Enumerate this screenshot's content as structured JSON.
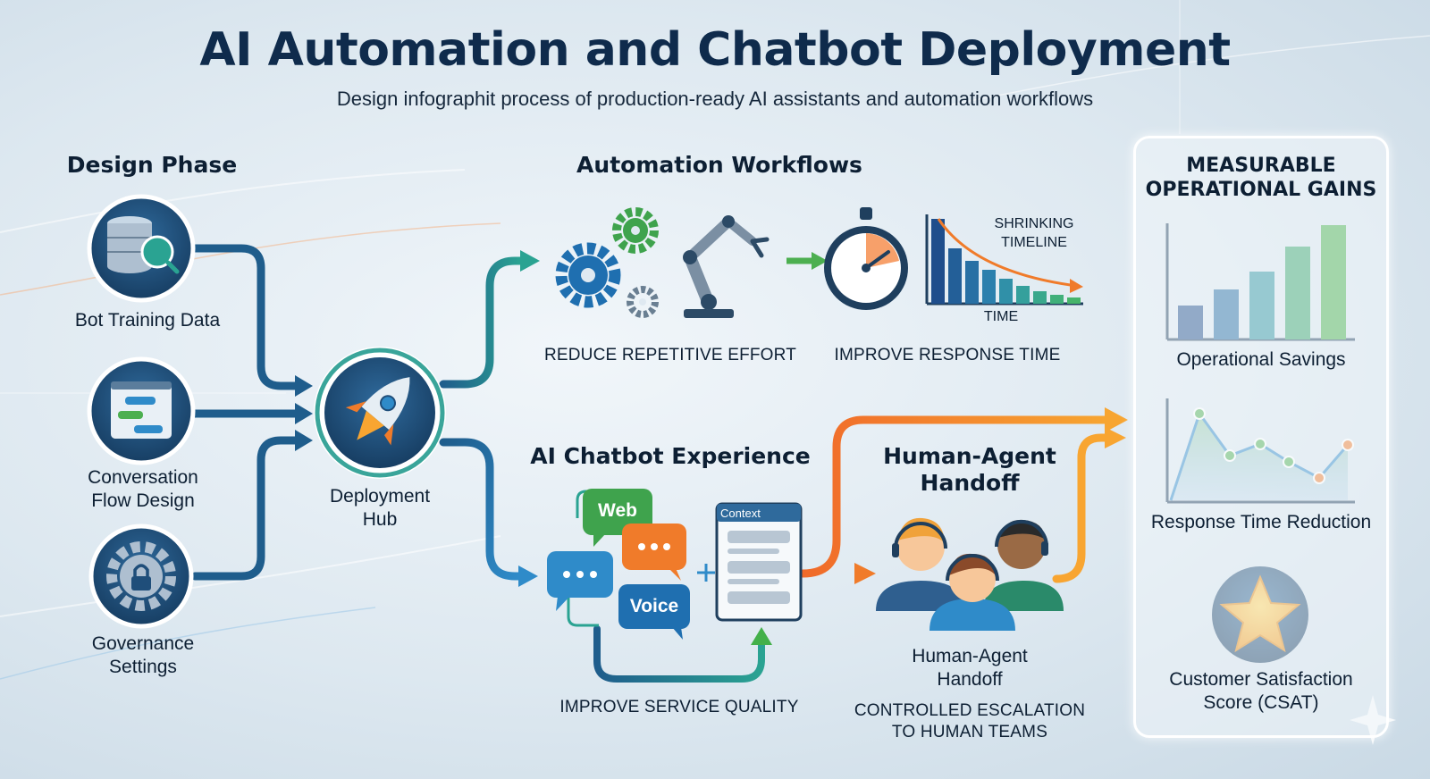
{
  "header": {
    "title": "AI Automation and Chatbot Deployment",
    "subtitle": "Design infographit process of production-ready AI assistants and automation workflows"
  },
  "design_phase": {
    "heading": "Design Phase",
    "items": [
      {
        "label": "Bot Training Data",
        "icon": "database-search-icon"
      },
      {
        "label_line1": "Conversation",
        "label_line2": "Flow Design",
        "icon": "flow-diagram-icon"
      },
      {
        "label_line1": "Governance",
        "label_line2": "Settings",
        "icon": "gear-lock-icon"
      }
    ]
  },
  "hub": {
    "label_line1": "Deployment",
    "label_line2": "Hub",
    "icon": "rocket-icon"
  },
  "automation": {
    "heading": "Automation Workflows",
    "caption_left": "REDUCE REPETITIVE EFFORT",
    "caption_right": "IMPROVE RESPONSE TIME",
    "timeline_line1": "SHRINKING",
    "timeline_line2": "TIMELINE",
    "time_axis": "TIME"
  },
  "chatbot": {
    "heading": "AI Chatbot Experience",
    "bubble_web": "Web",
    "bubble_voice": "Voice",
    "context_label": "Context",
    "caption": "IMPROVE SERVICE QUALITY"
  },
  "handoff": {
    "heading_line1": "Human-Agent",
    "heading_line2": "Handoff",
    "label_line1": "Human-Agent",
    "label_line2": "Handoff",
    "caption_line1": "CONTROLLED ESCALATION",
    "caption_line2": "TO HUMAN TEAMS"
  },
  "gains": {
    "title_line1": "MEASURABLE",
    "title_line2": "OPERATIONAL GAINS",
    "savings_label": "Operational Savings",
    "response_label": "Response Time Reduction",
    "csat_line1": "Customer Satisfaction",
    "csat_line2": "Score (CSAT)"
  },
  "colors": {
    "navy": "#1f4e7a",
    "teal": "#2a9d8f",
    "green": "#4caf50",
    "orange": "#f07b2a",
    "amber": "#f8a531"
  }
}
